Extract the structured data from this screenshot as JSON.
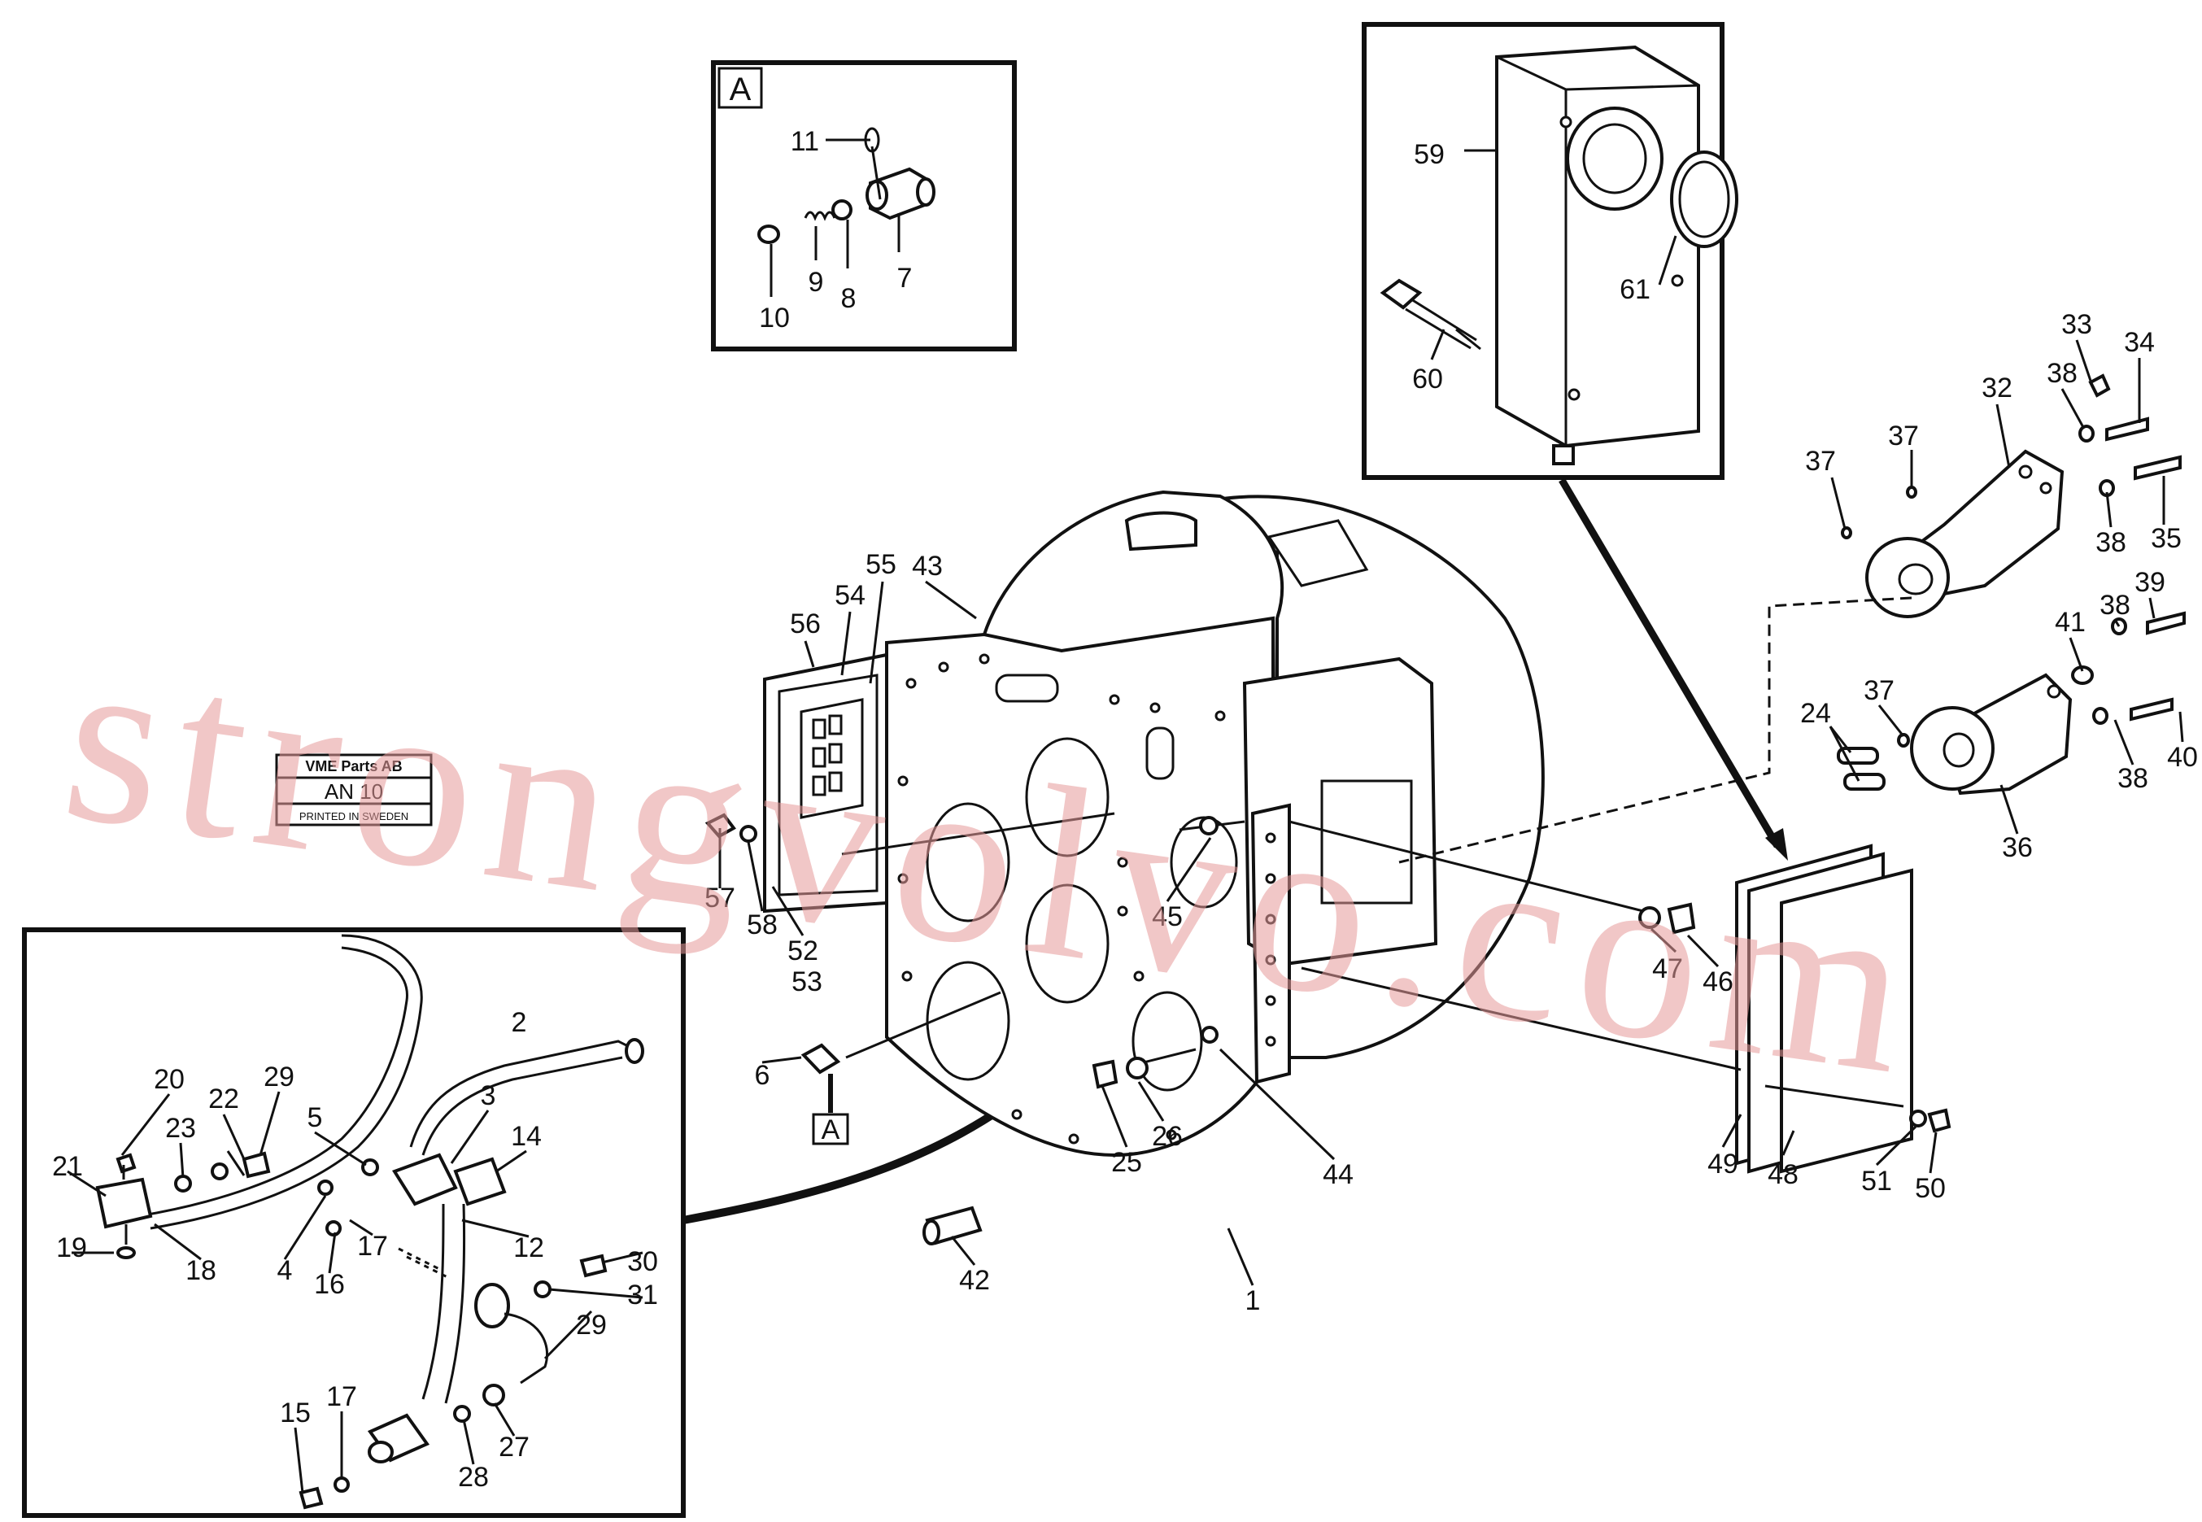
{
  "stamp": {
    "company": "VME Parts AB",
    "code": "AN 10",
    "printed": "PRINTED IN SWEDEN"
  },
  "watermark": "strongvolvo.com",
  "detail_markers": {
    "inset_a": "A",
    "main_a": "A"
  },
  "labels": {
    "n1": "1",
    "n2": "2",
    "n3": "3",
    "n4": "4",
    "n5": "5",
    "n6": "6",
    "n7": "7",
    "n8": "8",
    "n9": "9",
    "n10": "10",
    "n11": "11",
    "n12": "12",
    "n14": "14",
    "n15": "15",
    "n16": "16",
    "n17a": "17",
    "n17b": "17",
    "n18": "18",
    "n19": "19",
    "n20": "20",
    "n21": "21",
    "n22": "22",
    "n23": "23",
    "n24": "24",
    "n25": "25",
    "n26": "26",
    "n27": "27",
    "n28": "28",
    "n29a": "29",
    "n29b": "29",
    "n30": "30",
    "n31": "31",
    "n32": "32",
    "n33": "33",
    "n34": "34",
    "n35": "35",
    "n36": "36",
    "n37a": "37",
    "n37b": "37",
    "n37c": "37",
    "n38a": "38",
    "n38b": "38",
    "n38c": "38",
    "n38d": "38",
    "n39": "39",
    "n40": "40",
    "n41": "41",
    "n42": "42",
    "n43": "43",
    "n44": "44",
    "n45": "45",
    "n46": "46",
    "n47": "47",
    "n48": "48",
    "n49": "49",
    "n50": "50",
    "n51": "51",
    "n52": "52",
    "n53": "53",
    "n54": "54",
    "n55": "55",
    "n56": "56",
    "n57": "57",
    "n58": "58",
    "n59": "59",
    "n60": "60",
    "n61": "61"
  }
}
